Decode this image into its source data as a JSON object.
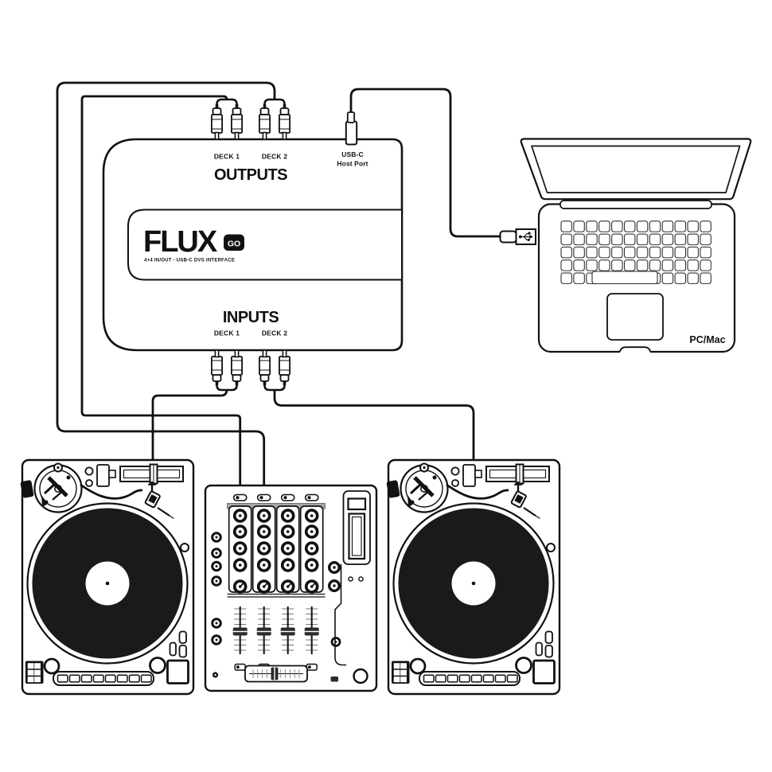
{
  "diagram": {
    "interface": {
      "brand": "FLUX",
      "badge": "GO",
      "tagline": "4+4 IN/OUT - USB-C DVS INTERFACE",
      "outputs_label": "OUTPUTS",
      "inputs_label": "INPUTS",
      "outputs": {
        "deck1": "DECK 1",
        "deck2": "DECK 2"
      },
      "inputs": {
        "deck1": "DECK 1",
        "deck2": "DECK 2"
      },
      "usb": {
        "line1": "USB-C",
        "line2": "Host Port"
      }
    },
    "computer": {
      "label": "PC/Mac"
    },
    "connections": [
      {
        "from": "OUTPUTS DECK 1",
        "to": "mixer channel 1",
        "type": "rca"
      },
      {
        "from": "OUTPUTS DECK 2",
        "to": "mixer channel 2",
        "type": "rca"
      },
      {
        "from": "INPUTS DECK 1",
        "to": "left turntable",
        "type": "rca"
      },
      {
        "from": "INPUTS DECK 2",
        "to": "right turntable",
        "type": "rca"
      },
      {
        "from": "USB-C Host Port",
        "to": "PC/Mac laptop",
        "type": "usb"
      }
    ],
    "colors": {
      "ink": "#111111",
      "background": "#ffffff",
      "platter": "#1a1a1a"
    }
  }
}
